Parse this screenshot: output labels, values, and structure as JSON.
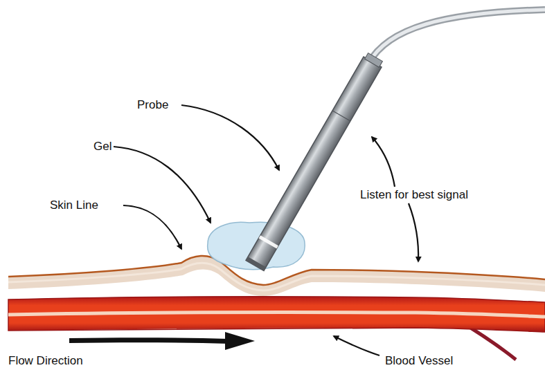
{
  "diagram": {
    "labels": [
      "Probe",
      "Gel",
      "Skin Line",
      "Listen for best signal",
      "Flow Direction",
      "Blood Vessel"
    ]
  }
}
